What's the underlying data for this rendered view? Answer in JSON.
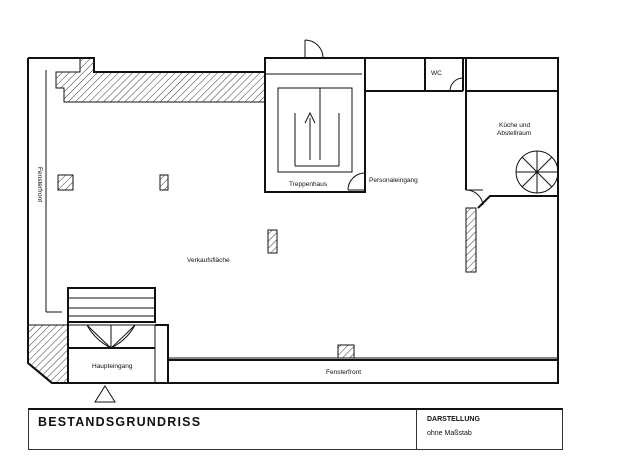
{
  "rooms": {
    "treppenhaus": "Treppenhaus",
    "personaleingang": "Personaleingang",
    "wc": "WC",
    "kueche_line1": "Küche und",
    "kueche_line2": "Abstellraum",
    "verkaufsflaeche": "Verkaufsfläche",
    "haupteingang": "Haupteingang",
    "fensterfront_left": "Fensterfront",
    "fensterfront_bottom": "Fensterfront"
  },
  "title_block": {
    "title": "BESTANDSGRUNDRISS",
    "subtitle": "DARSTELLUNG",
    "scale": "ohne Maßstab"
  },
  "colors": {
    "wall": "#111111",
    "hatch": "#111111",
    "background": "#ffffff"
  }
}
